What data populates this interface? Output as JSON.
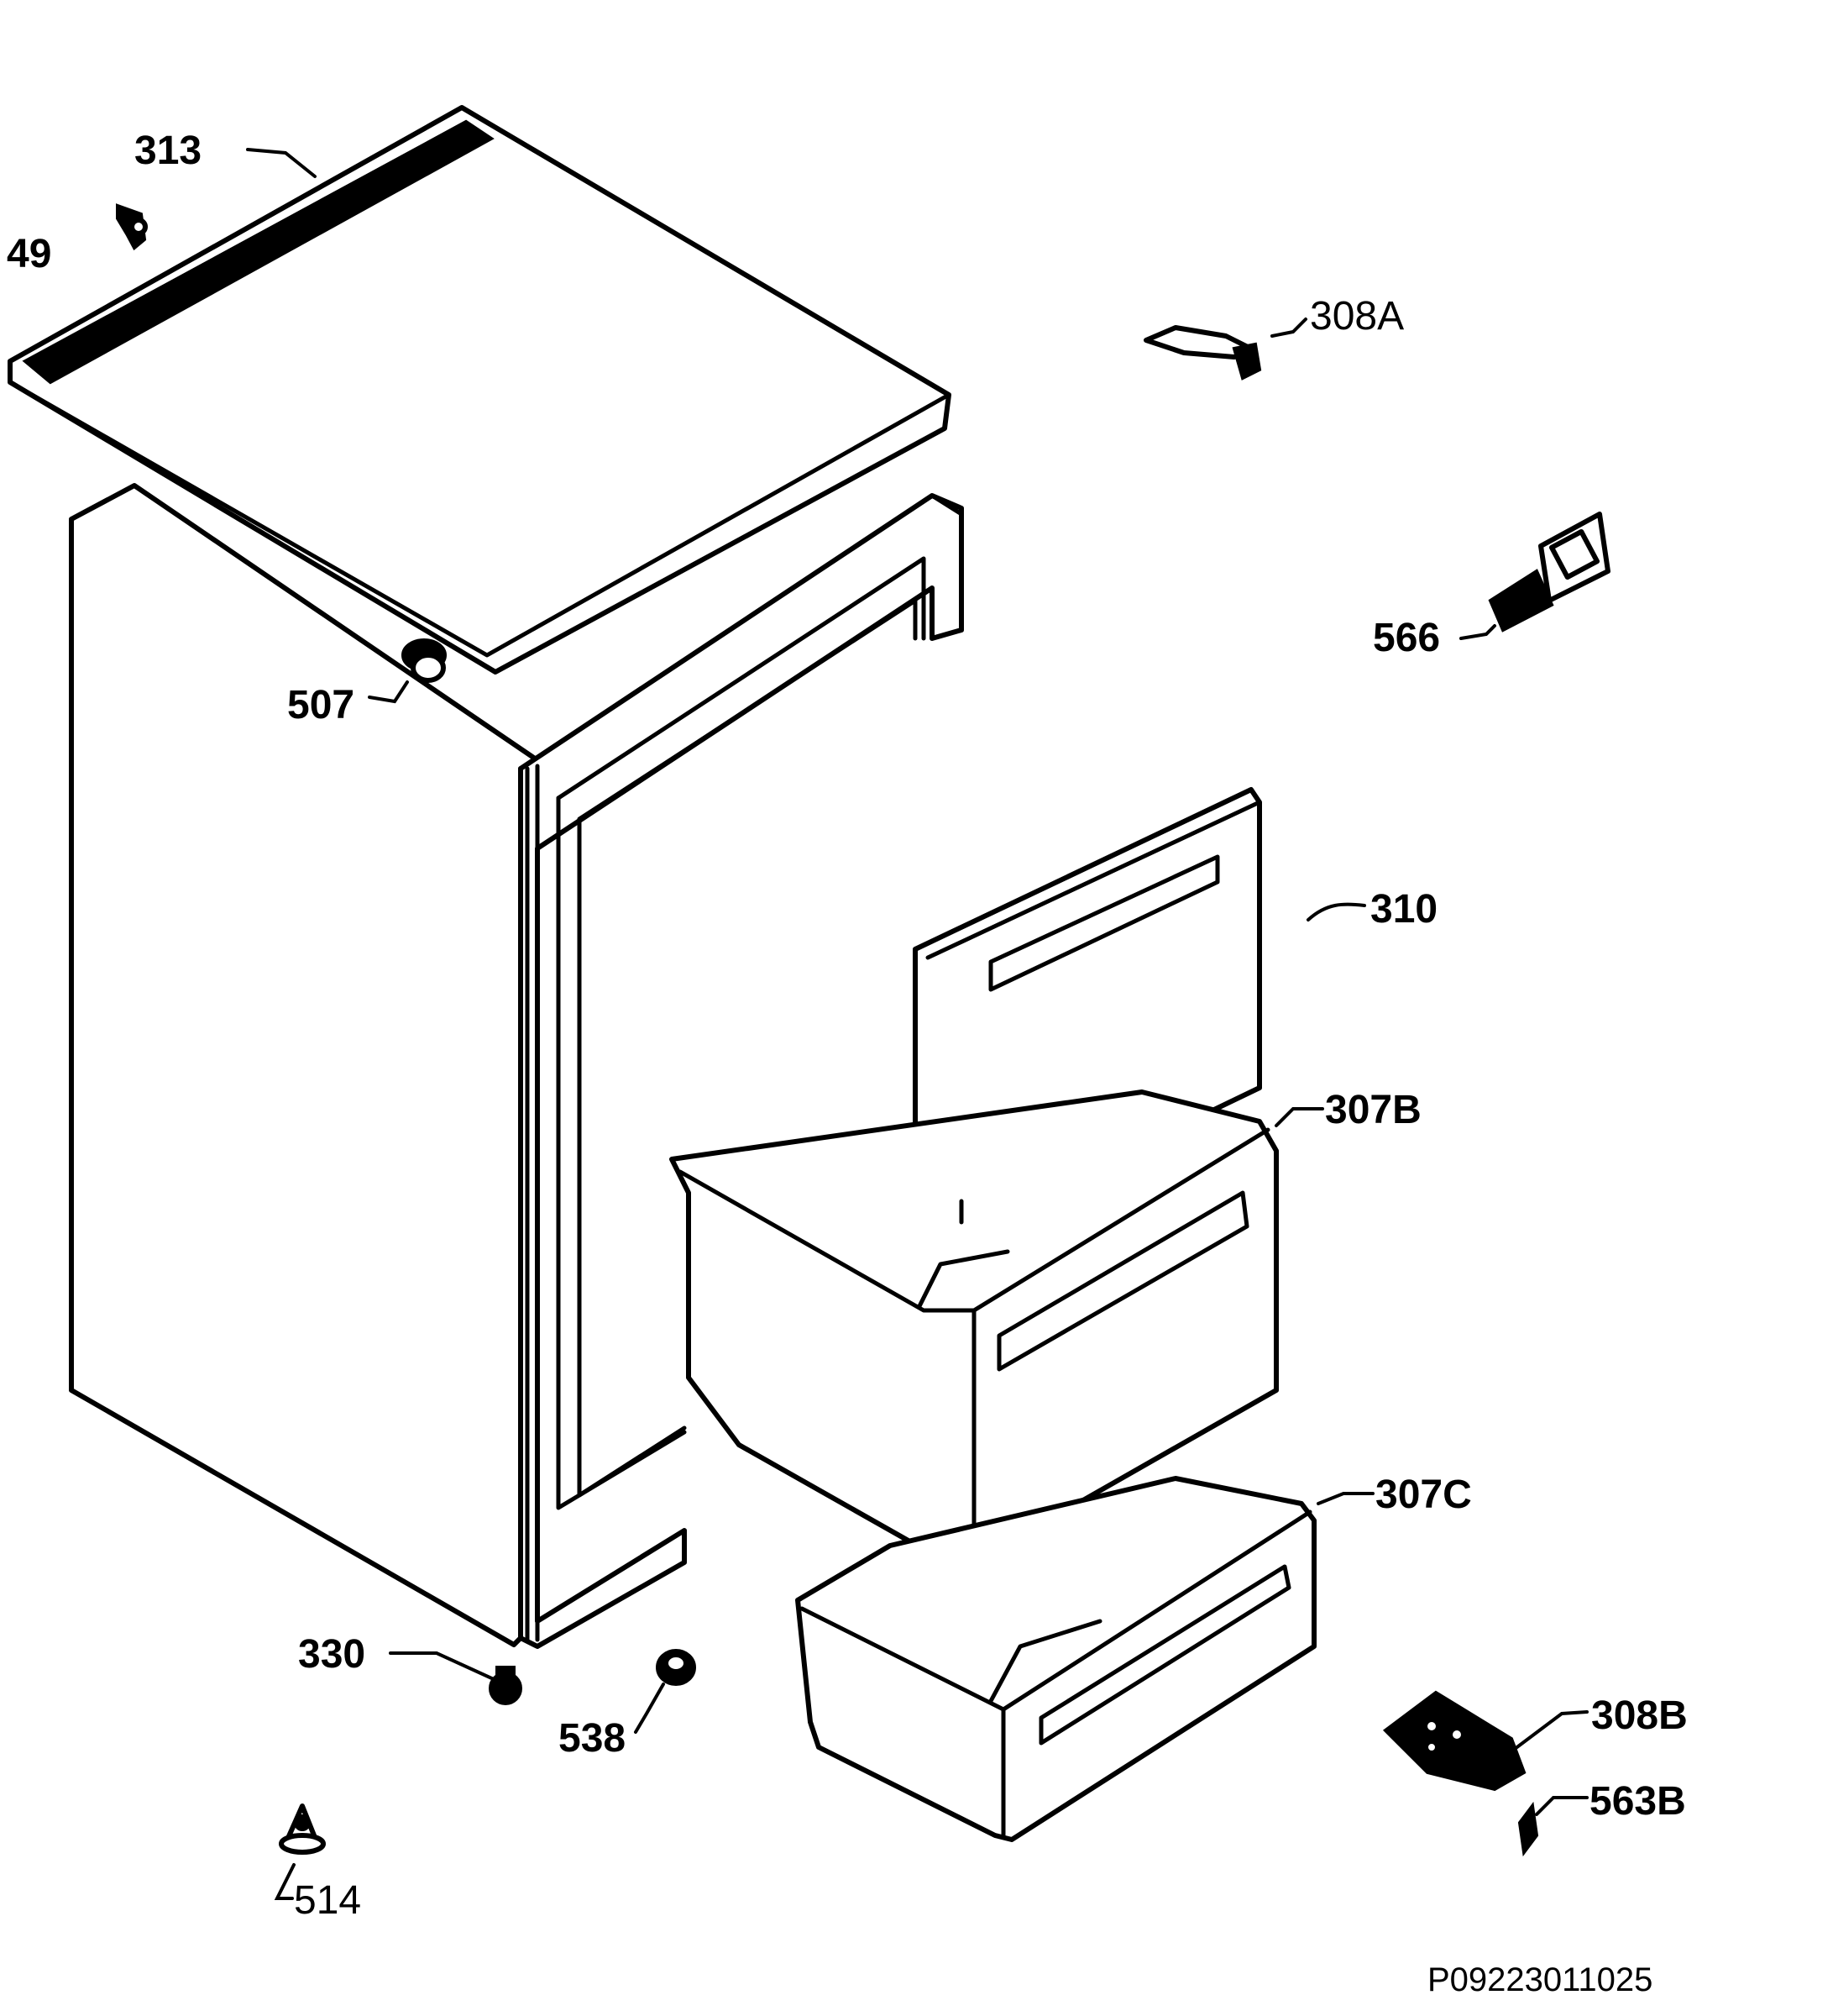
{
  "diagram": {
    "reference_code": "P09223011025",
    "parts": [
      {
        "id": "49"
      },
      {
        "id": "313"
      },
      {
        "id": "308A"
      },
      {
        "id": "566"
      },
      {
        "id": "507"
      },
      {
        "id": "310"
      },
      {
        "id": "307B"
      },
      {
        "id": "307C"
      },
      {
        "id": "330"
      },
      {
        "id": "538"
      },
      {
        "id": "514"
      },
      {
        "id": "308B"
      },
      {
        "id": "563B"
      }
    ]
  }
}
